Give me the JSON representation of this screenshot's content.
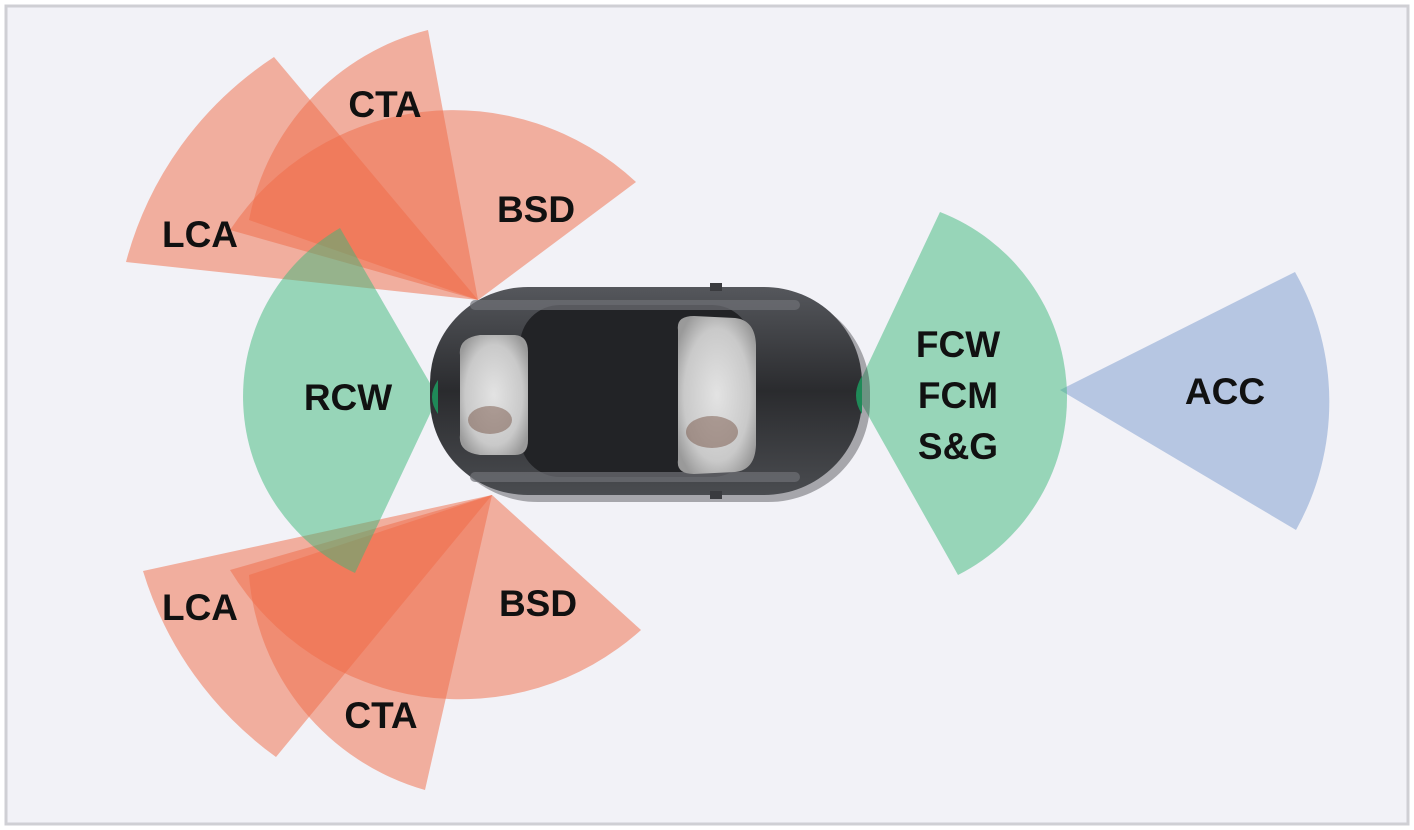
{
  "diagram": {
    "colors": {
      "background": "#f2f2f7",
      "frame": "#cfcfd4",
      "rear_zone": "#ef6a45",
      "front_zone": "#3cb87a",
      "long_range_zone": "#8ea8d4",
      "car_body": "#2b2c2f"
    },
    "labels": {
      "cta_top": "CTA",
      "lca_top": "LCA",
      "bsd_top": "BSD",
      "rcw": "RCW",
      "lca_bottom": "LCA",
      "bsd_bottom": "BSD",
      "cta_bottom": "CTA",
      "fcw": "FCW",
      "fcm": "FCM",
      "sg": "S&G",
      "acc": "ACC"
    }
  }
}
